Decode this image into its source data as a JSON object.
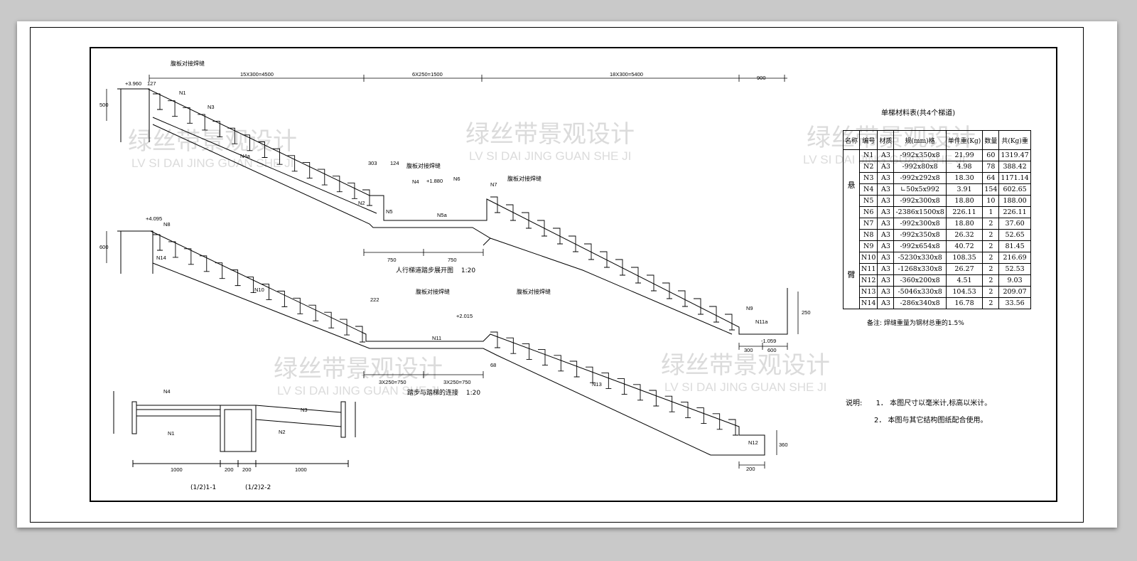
{
  "watermark": {
    "cn": "绿丝带景观设计",
    "en": "LV SI DAI JING GUAN SHE JI"
  },
  "top_dims": [
    "15X300=4500",
    "6X250=1500",
    "18X300=5400",
    "900"
  ],
  "elevations": [
    "+3.960",
    "+1.880",
    "+4.095",
    "+2.015",
    "-1.059"
  ],
  "weld_note": "腹板对接焊缝",
  "captions": {
    "landing_unfold": "人行梯道踏步展开图",
    "landing_unfold_scale": "1:20",
    "step_connection": "踏步与踏梯的连接",
    "step_connection_scale": "1:20",
    "section_1": "(1/2)1-1",
    "section_2": "(1/2)2-2"
  },
  "dims": {
    "d750a": "750",
    "d750b": "750",
    "d3x250a": "3X250=750",
    "d3x250b": "3X250=750",
    "d1000a": "1000",
    "d200a": "200",
    "d200b": "200",
    "d1000b": "1000",
    "d300": "300",
    "d600": "600",
    "d200c": "200",
    "d500": "500",
    "d600b": "600",
    "d127": "127",
    "d303": "303",
    "d124": "124",
    "d222": "222",
    "d68": "68",
    "d360": "360",
    "d250": "250"
  },
  "parts": [
    "N1",
    "N2",
    "N3",
    "N4",
    "N4a",
    "N5",
    "N5a",
    "N6",
    "N7",
    "N8",
    "N9",
    "N10",
    "N11",
    "N11a",
    "N12",
    "N13",
    "N14"
  ],
  "bom": {
    "title": "单梯材料表(共4个梯道)",
    "headers": [
      "名称",
      "编号",
      "材质",
      "规(mm)格",
      "单件重(Kg)",
      "数量",
      "共(Kg)重"
    ],
    "group_label_top": "悬",
    "group_label_bottom": "臂",
    "rows": [
      [
        "N1",
        "A3",
        "-992x350x8",
        "21.99",
        "60",
        "1319.47"
      ],
      [
        "N2",
        "A3",
        "-992x80x8",
        "4.98",
        "78",
        "388.42"
      ],
      [
        "N3",
        "A3",
        "-992x292x8",
        "18.30",
        "64",
        "1171.14"
      ],
      [
        "N4",
        "A3",
        "∟50x5x992",
        "3.91",
        "154",
        "602.65"
      ],
      [
        "N5",
        "A3",
        "-992x300x8",
        "18.80",
        "10",
        "188.00"
      ],
      [
        "N6",
        "A3",
        "-2386x1500x8",
        "226.11",
        "1",
        "226.11"
      ],
      [
        "N7",
        "A3",
        "-992x300x8",
        "18.80",
        "2",
        "37.60"
      ],
      [
        "N8",
        "A3",
        "-992x350x8",
        "26.32",
        "2",
        "52.65"
      ],
      [
        "N9",
        "A3",
        "-992x654x8",
        "40.72",
        "2",
        "81.45"
      ],
      [
        "N10",
        "A3",
        "-5230x330x8",
        "108.35",
        "2",
        "216.69"
      ],
      [
        "N11",
        "A3",
        "-1268x330x8",
        "26.27",
        "2",
        "52.53"
      ],
      [
        "N12",
        "A3",
        "-360x200x8",
        "4.51",
        "2",
        "9.03"
      ],
      [
        "N13",
        "A3",
        "-5046x330x8",
        "104.53",
        "2",
        "209.07"
      ],
      [
        "N14",
        "A3",
        "-286x340x8",
        "16.78",
        "2",
        "33.56"
      ]
    ],
    "note": "备注: 焊缝重量为钢材总重的1.5%"
  },
  "notes": {
    "label": "说明:",
    "items": [
      "1． 本图尺寸以毫米计,标高以米计。",
      "2． 本图与其它结构图纸配合使用。"
    ]
  }
}
